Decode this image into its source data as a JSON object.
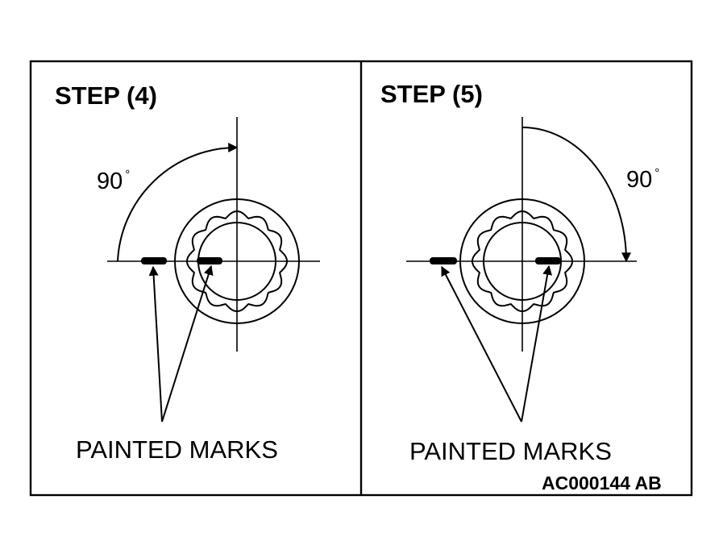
{
  "panels": [
    {
      "step": "STEP (4)",
      "angle": "90",
      "angle_unit": "°",
      "label": "PAINTED MARKS"
    },
    {
      "step": "STEP (5)",
      "angle": "90",
      "angle_unit": "°",
      "label": "PAINTED MARKS"
    }
  ],
  "figure_code": "AC000144 AB",
  "colors": {
    "ink": "#000000",
    "paper": "#ffffff"
  }
}
